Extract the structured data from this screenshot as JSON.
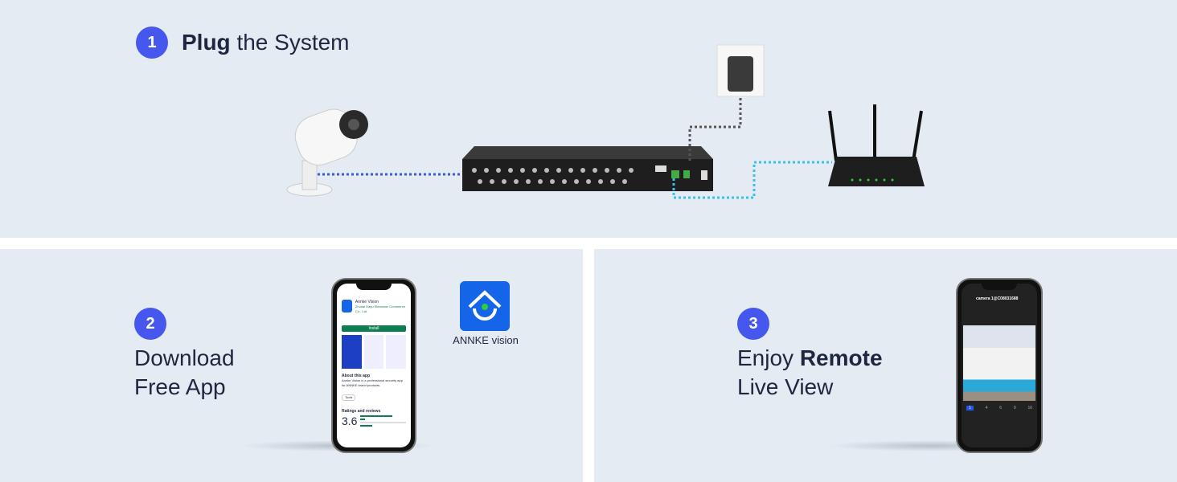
{
  "step1": {
    "number": "1",
    "title_bold": "Plug",
    "title_rest": " the System"
  },
  "step2": {
    "number": "2",
    "line1": "Download",
    "line2": "Free App"
  },
  "step3": {
    "number": "3",
    "line1_plain": "Enjoy ",
    "line1_bold": "Remote",
    "line2": "Live View"
  },
  "app_icon": {
    "label": "ANNKE vision",
    "color": "#1565e8"
  },
  "store_phone": {
    "app_name": "Annke Vision",
    "developer": "Zhuhai Dayu Electronic Commerce Co., Ltd.",
    "install": "Install",
    "about_heading": "About this app",
    "about_text": "Annke Vision is a professional security app for ANNKE brand products.",
    "tag": "Tools",
    "ratings_heading": "Ratings and reviews",
    "rating": "3.6"
  },
  "live_phone": {
    "camera_title": "camera 1@C08031688",
    "channels": [
      "1",
      "4",
      "6",
      "9",
      "16"
    ]
  },
  "colors": {
    "accent": "#4657ee",
    "panel": "#e4ebf3",
    "camera_cable": "#3d5bd9",
    "network_cable": "#38c0e6",
    "power_cable": "#555555"
  }
}
